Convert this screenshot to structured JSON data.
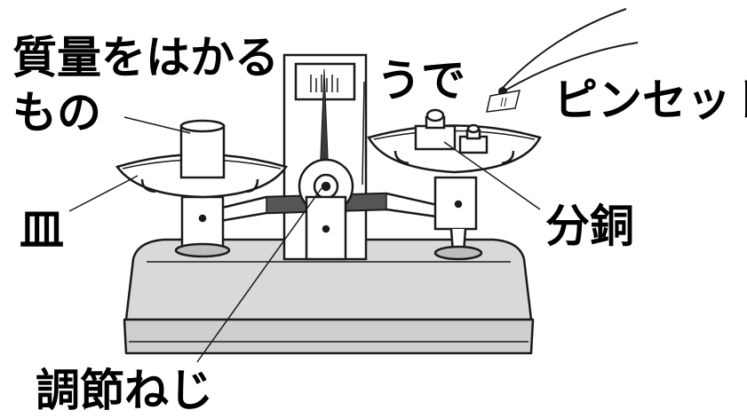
{
  "labels": {
    "mass_object_line1": "質量をはかる",
    "mass_object_line2": "もの",
    "arm": "うで",
    "tweezers": "ピンセット",
    "dish": "皿",
    "weight": "分銅",
    "adjust_screw": "調節ねじ"
  },
  "colors": {
    "base_fill": "#d9d9d9",
    "base_front": "#cfcfcf",
    "pointer_fill": "#3a3a3a",
    "outline": "#1a1a1a"
  }
}
